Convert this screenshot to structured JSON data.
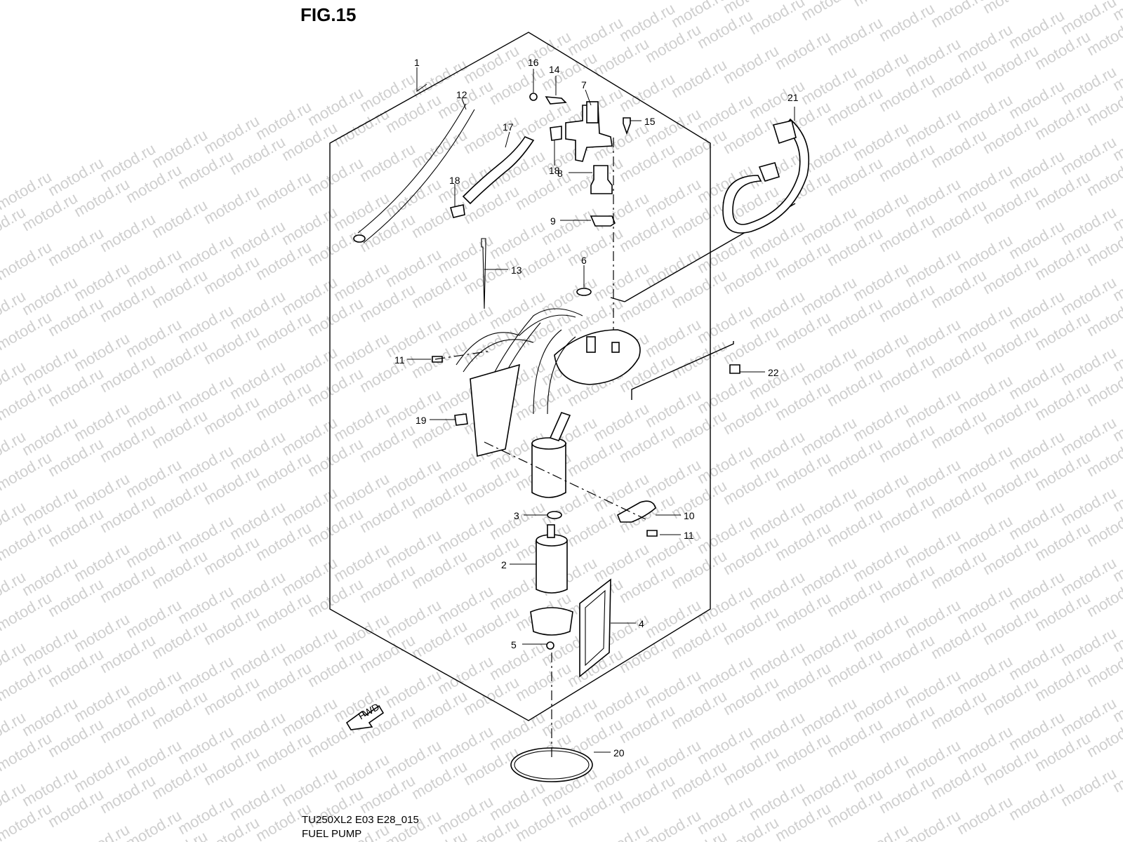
{
  "figure": {
    "title": "FIG.15",
    "code": "TU250XL2 E03 E28_015",
    "name": "FUEL PUMP",
    "watermark": "motod.ru",
    "direction_arrow": "FWD"
  },
  "callouts": [
    "1",
    "2",
    "3",
    "4",
    "5",
    "6",
    "7",
    "8",
    "9",
    "10",
    "11",
    "11",
    "12",
    "13",
    "14",
    "15",
    "16",
    "17",
    "18",
    "18",
    "19",
    "20",
    "21",
    "22"
  ]
}
